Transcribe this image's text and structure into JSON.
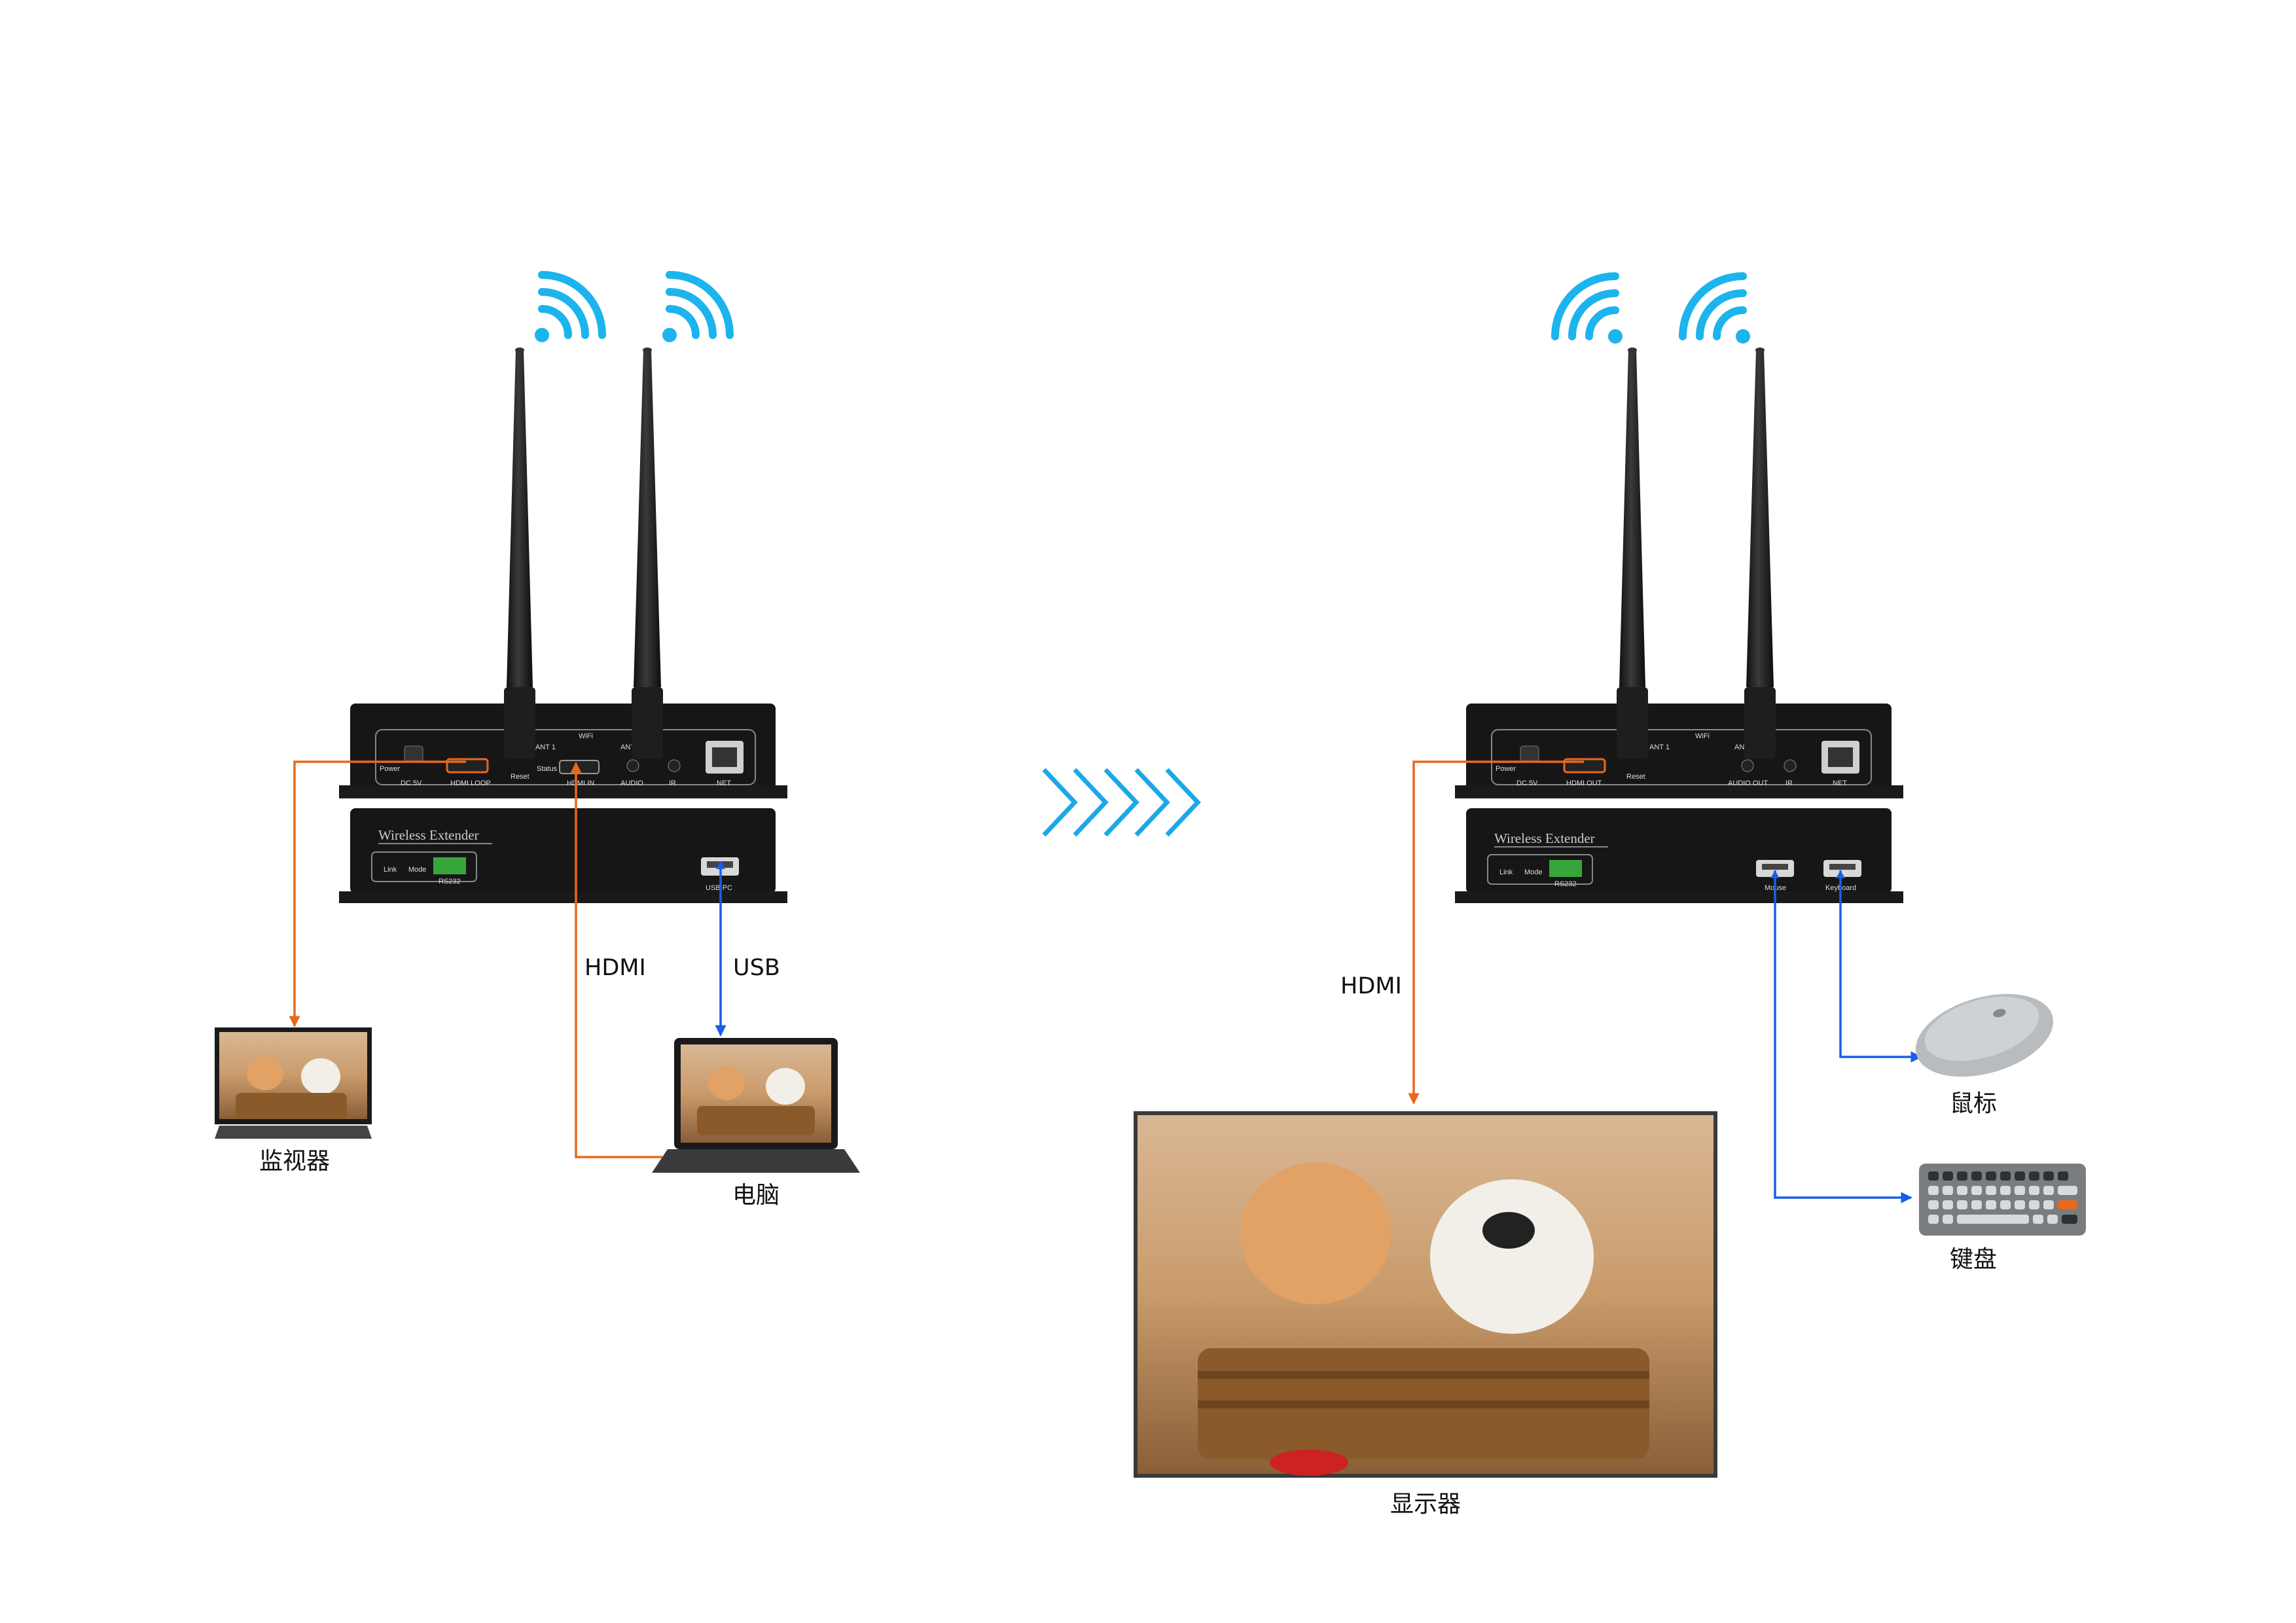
{
  "colors": {
    "hdmi_line": "#e8691c",
    "usb_line": "#1a5ee8",
    "wifi": "#1cb4ec",
    "device_body": "#141414",
    "chevron": "#1ca8e8"
  },
  "transmitter": {
    "brand": "Wireless Extender",
    "rear": {
      "power": "Power",
      "dc": "DC  5V",
      "hdmi_loop": "HDMI LOOP",
      "reset": "Reset",
      "status": "Status",
      "hdmi_in": "HDMI IN",
      "wifi": "WiFi",
      "ant1": "ANT 1",
      "ant2": "ANT 2",
      "audio": "AUDIO",
      "ir": "IR",
      "net": "NET"
    },
    "front": {
      "link": "Link",
      "mode": "Mode",
      "rs232": "RS232",
      "usb": "USB PC"
    }
  },
  "receiver": {
    "brand": "Wireless Extender",
    "rear": {
      "power": "Power",
      "dc": "DC  5V",
      "hdmi_out": "HDMI OUT",
      "reset": "Reset",
      "wifi": "WiFi",
      "ant1": "ANT 1",
      "ant2": "ANT 2",
      "audio_out": "AUDIO OUT",
      "ir": "IR",
      "net": "NET"
    },
    "front": {
      "link": "Link",
      "mode": "Mode",
      "rs232": "RS232",
      "mouse": "Mouse",
      "keyboard": "Keyboard"
    }
  },
  "labels": {
    "monitor": "监视器",
    "computer": "电脑",
    "display": "显示器",
    "mouse": "鼠标",
    "keyboard": "键盘",
    "hdmi_left": "HDMI",
    "usb_left": "USB",
    "hdmi_right": "HDMI"
  }
}
